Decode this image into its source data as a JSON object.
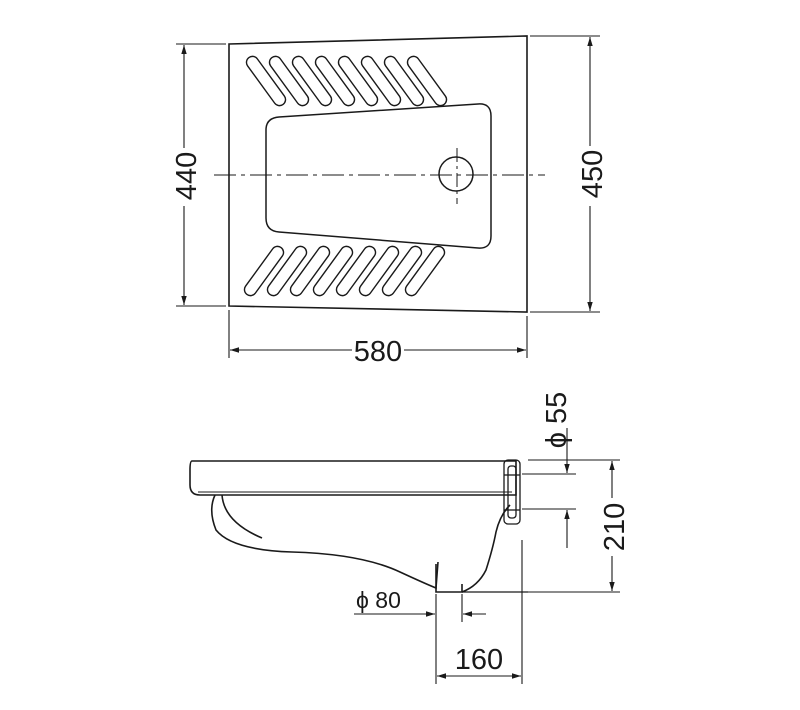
{
  "top_view": {
    "width_label": "580",
    "height_left_label": "440",
    "height_right_label": "450"
  },
  "side_view": {
    "inlet_diameter_label": "ϕ 55",
    "height_label": "210",
    "outlet_diameter_label": "ϕ 80",
    "outlet_offset_label": "160"
  }
}
